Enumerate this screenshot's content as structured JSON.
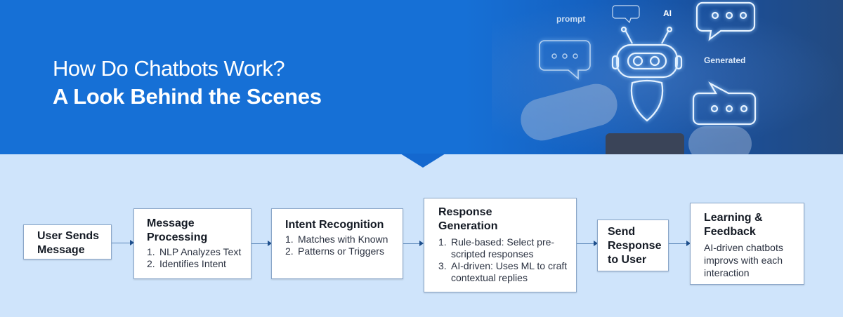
{
  "header": {
    "title_line1": "How Do Chatbots Work?",
    "title_line2": "A Look Behind the Scenes",
    "background_color": "#1670d6",
    "illustration": {
      "labels": [
        "prompt",
        "AI",
        "Generated"
      ],
      "icons": [
        "robot-icon",
        "chat-bubble-icon"
      ]
    }
  },
  "flow": {
    "background_color": "#cfe4fb",
    "steps": [
      {
        "title": "User Sends Message"
      },
      {
        "title": "Message Processing",
        "items": [
          {
            "n": "1.",
            "text": "NLP Analyzes Text"
          },
          {
            "n": "2.",
            "text": "Identifies Intent"
          }
        ]
      },
      {
        "title": "Intent Recognition",
        "items": [
          {
            "n": "1.",
            "text": "Matches with Known"
          },
          {
            "n": "2.",
            "text": "Patterns or Triggers"
          }
        ]
      },
      {
        "title": "Response Generation",
        "items": [
          {
            "n": "1.",
            "text": "Rule-based: Select pre-scripted responses"
          },
          {
            "n": "3.",
            "text": "AI-driven: Uses ML to craft contextual replies"
          }
        ]
      },
      {
        "title": "Send Response to User"
      },
      {
        "title": "Learning & Feedback",
        "description": "AI-driven chatbots improvs with each interaction"
      }
    ]
  }
}
